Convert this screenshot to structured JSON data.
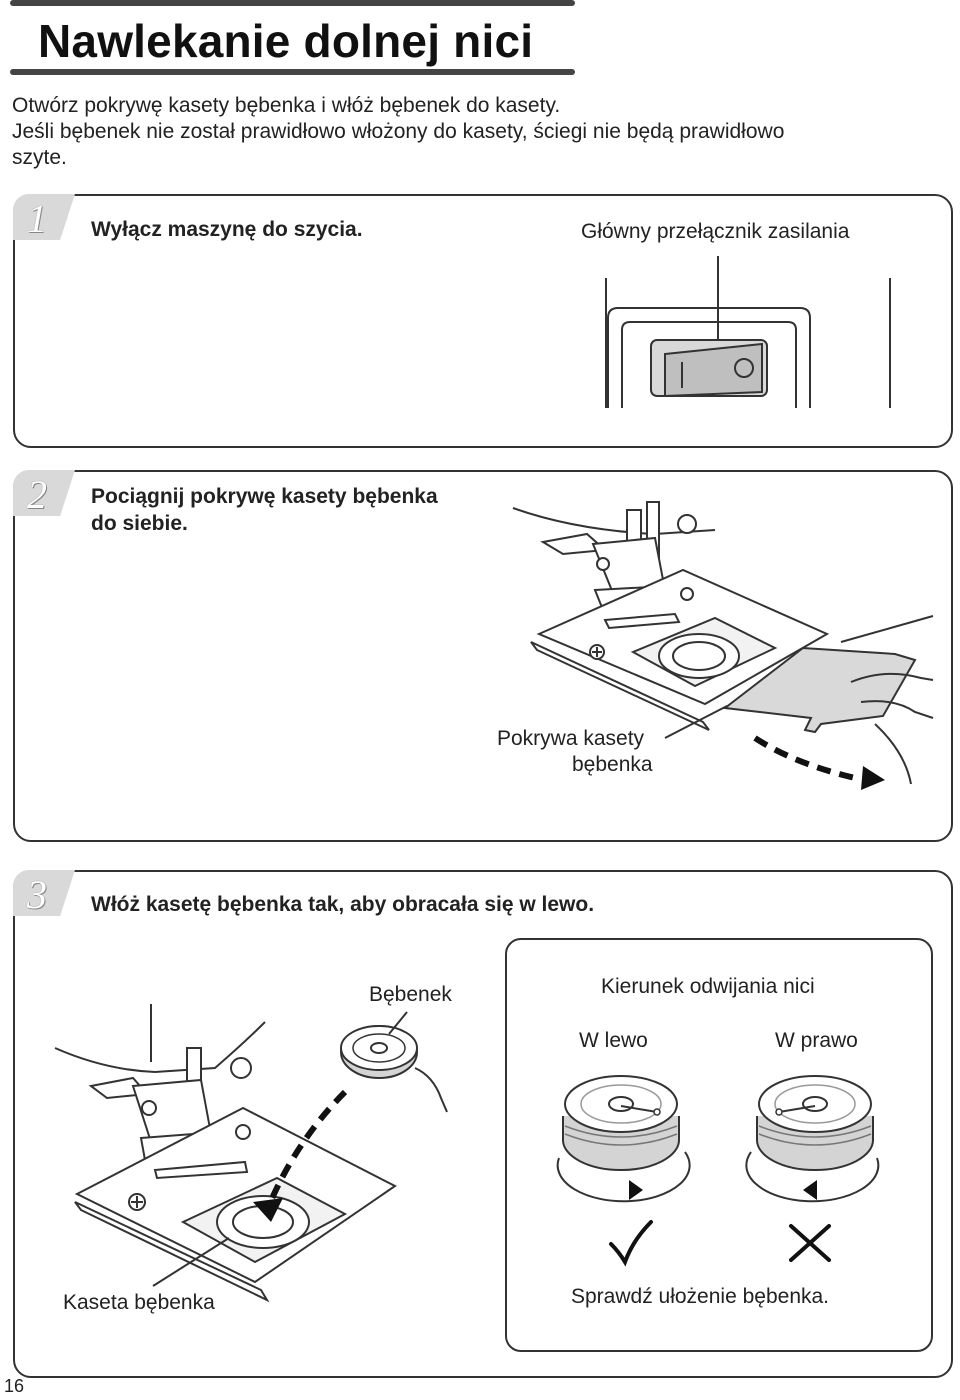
{
  "title": "Nawlekanie dolnej nici",
  "intro": [
    "Otwórz pokrywę kasety bębenka i włóż bębenek do kasety.",
    "Jeśli bębenek nie został prawidłowo włożony do kasety, ściegi nie będą prawidłowo",
    "szyte."
  ],
  "steps": [
    {
      "number": "1",
      "instruction": "Wyłącz maszynę do szycia.",
      "label": "Główny przełącznik zasilania"
    },
    {
      "number": "2",
      "instruction_lines": [
        "Pociągnij pokrywę kasety bębenka",
        "do siebie."
      ],
      "label_lines": [
        "Pokrywa kasety",
        "bębenka"
      ]
    },
    {
      "number": "3",
      "instruction": "Włóż kasetę bębenka tak, aby obracała się w lewo.",
      "label_bobbin": "Bębenek",
      "label_case": "Kaseta bębenka",
      "direction_title": "Kierunek odwijania nici",
      "left_label": "W lewo",
      "right_label": "W prawo",
      "check_note": "Sprawdź ułożenie bębenka."
    }
  ],
  "page_number": "16",
  "icons": [
    "power-switch-icon",
    "check-icon",
    "cross-icon",
    "arrow-icon"
  ]
}
